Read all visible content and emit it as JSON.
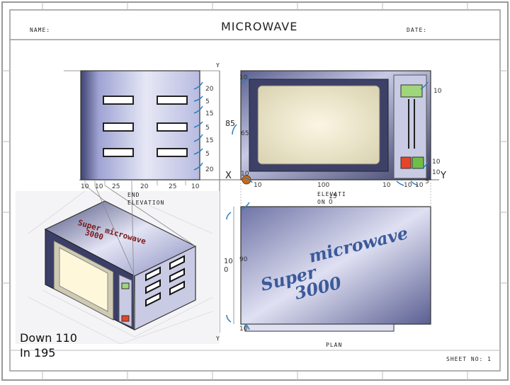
{
  "title": "MICROWAVE",
  "name_label": "NAME:",
  "date_label": "DATE:",
  "sheet_label": "SHEET NO: 1",
  "views": {
    "end_elevation": "END\nELEVATION",
    "elevation": "ELEVATI\nON",
    "elevation_num": "15\n0",
    "plan": "PLAN"
  },
  "axis": {
    "y_top": "Y",
    "y_bottom": "Y",
    "x": "X",
    "y_right": "Y"
  },
  "dims_end": [
    "20",
    "5",
    "15",
    "5",
    "15",
    "5",
    "20"
  ],
  "dims_end_bottom": [
    "10",
    "10",
    "25",
    "20",
    "25",
    "10"
  ],
  "dims_front": {
    "top": "10",
    "right": "10",
    "h85": "85",
    "h65": "65",
    "r10b": "10",
    "b10": "10",
    "b100": "100",
    "b10c": "10",
    "b10d": "10",
    "b10e": "10",
    "b5": "5",
    "b10r": "10"
  },
  "dims_plan": {
    "left": "10\n0",
    "left90": "90",
    "bottom": "10"
  },
  "brand": {
    "line1": "microwave",
    "line2": "Super",
    "line3": "3000"
  },
  "iso_brand": {
    "line1": "Super microwave",
    "line2": "3000"
  },
  "notes": {
    "down": "Down 110",
    "in": "In 195"
  },
  "colors": {
    "panel_dark": "#4a4f78",
    "panel_light": "#c9cbe4",
    "brand": "#3b5a9a",
    "knob": "#c46a1a"
  }
}
